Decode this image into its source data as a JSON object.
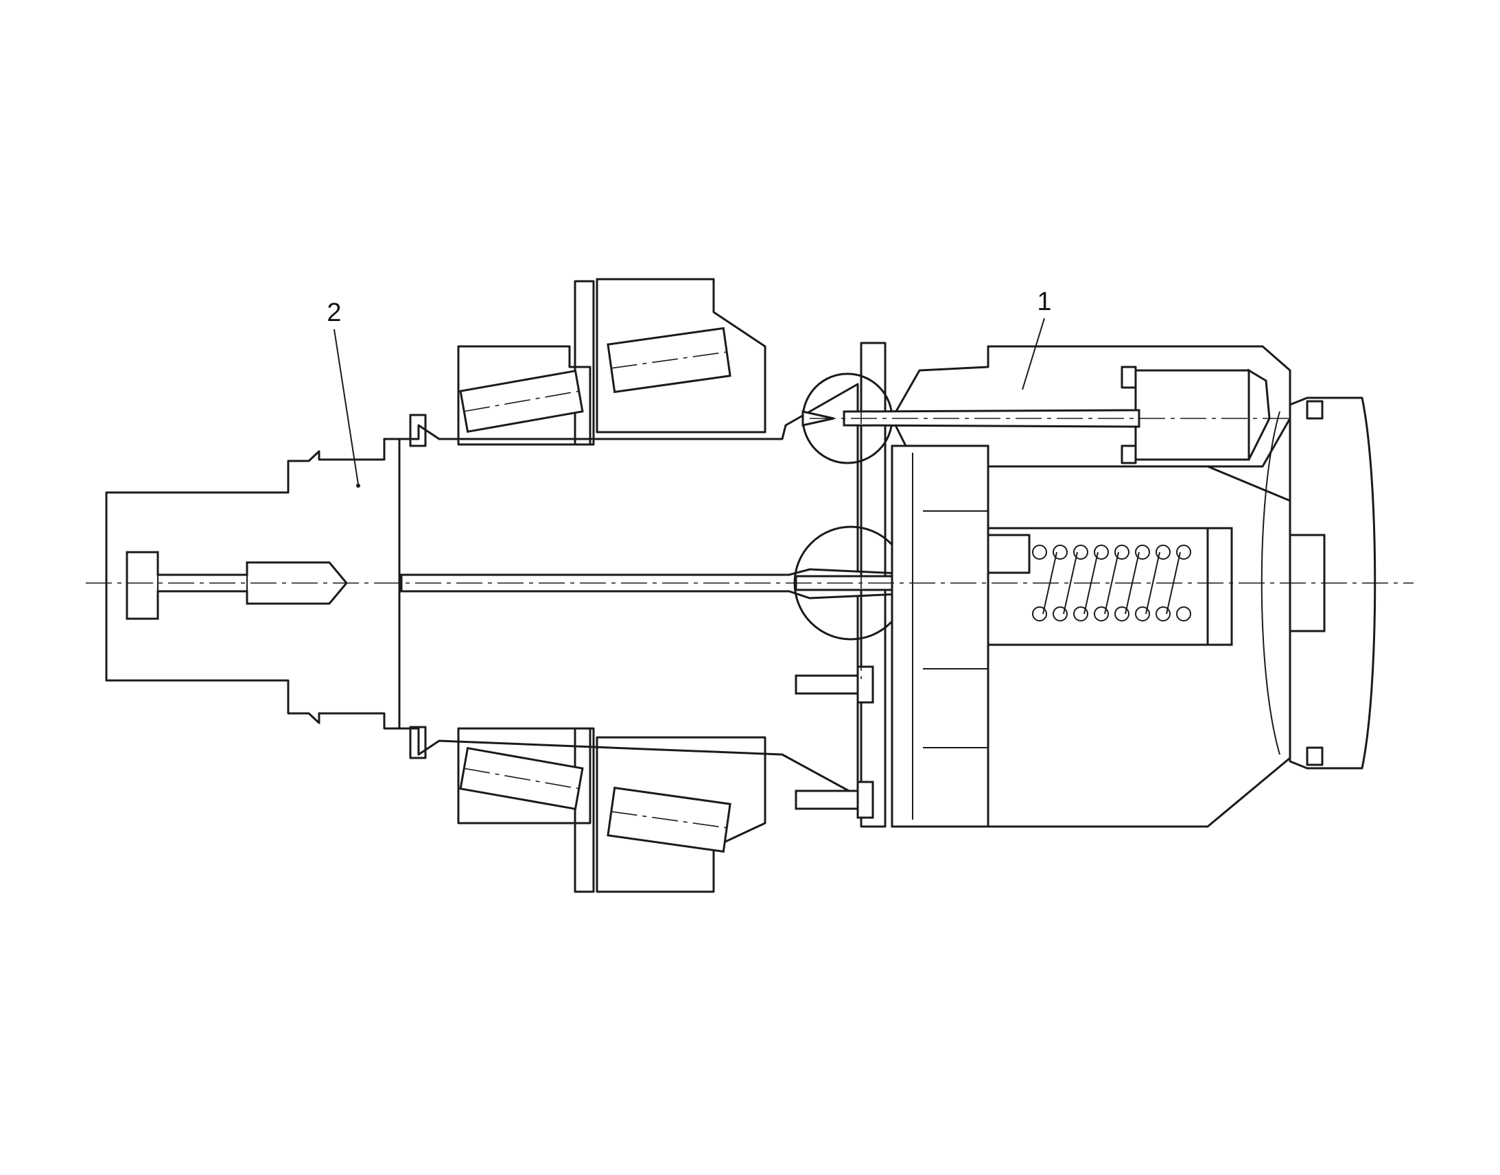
{
  "figure": {
    "callouts": [
      {
        "id": "callout-1",
        "text": "1"
      },
      {
        "id": "callout-2",
        "text": "2"
      }
    ],
    "colors": {
      "line": "#1a1a1a",
      "background": "#ffffff"
    }
  }
}
